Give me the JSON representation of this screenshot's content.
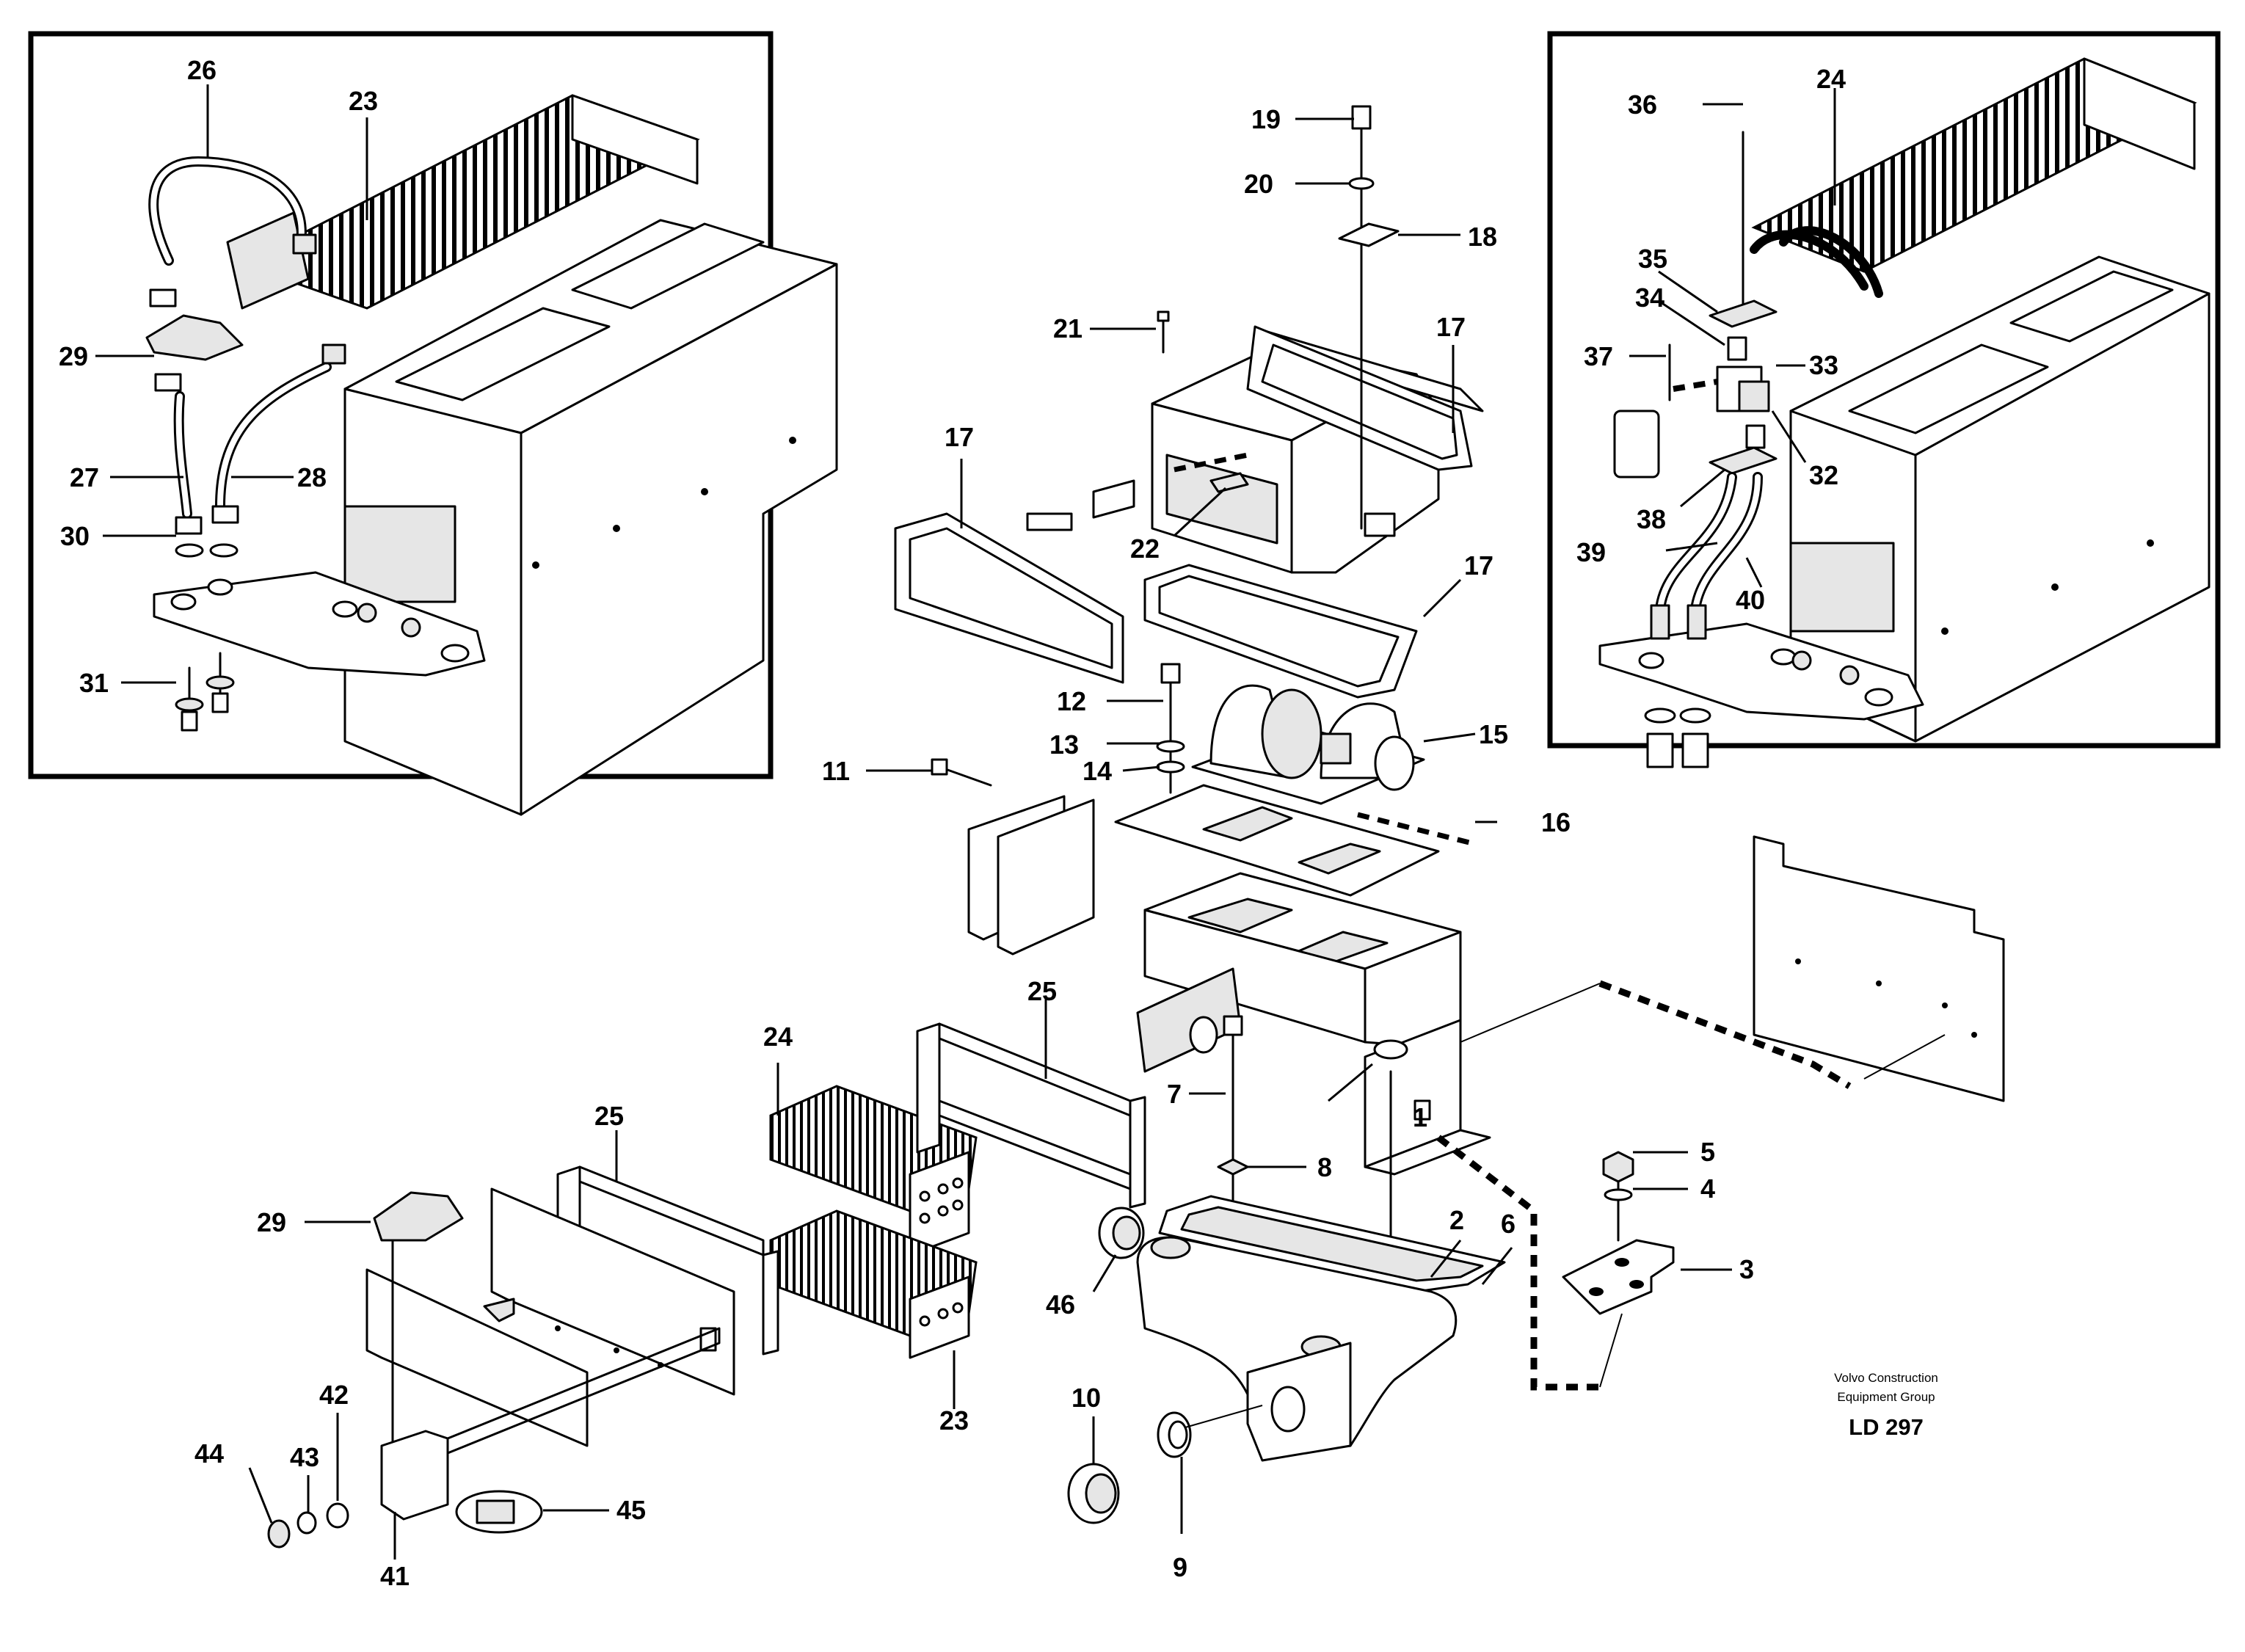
{
  "labels": {
    "p1": "1",
    "p2": "2",
    "p3": "3",
    "p4": "4",
    "p5": "5",
    "p6": "6",
    "p7": "7",
    "p8": "8",
    "p9": "9",
    "p10": "10",
    "p11": "11",
    "p12": "12",
    "p13": "13",
    "p14": "14",
    "p15": "15",
    "p16": "16",
    "p17a": "17",
    "p17b": "17",
    "p17c": "17",
    "p18": "18",
    "p19": "19",
    "p20": "20",
    "p21": "21",
    "p22": "22",
    "p23a": "23",
    "p23b": "23",
    "p24a": "24",
    "p24b": "24",
    "p25a": "25",
    "p25b": "25",
    "p26": "26",
    "p27": "27",
    "p28": "28",
    "p29a": "29",
    "p29b": "29",
    "p30": "30",
    "p31": "31",
    "p32": "32",
    "p33": "33",
    "p34": "34",
    "p35": "35",
    "p36": "36",
    "p37": "37",
    "p38": "38",
    "p39": "39",
    "p40": "40",
    "p41": "41",
    "p42": "42",
    "p43": "43",
    "p44": "44",
    "p45": "45",
    "p46": "46"
  },
  "brand": {
    "line1": "Volvo Construction",
    "line2": "Equipment Group",
    "code": "LD 297"
  }
}
